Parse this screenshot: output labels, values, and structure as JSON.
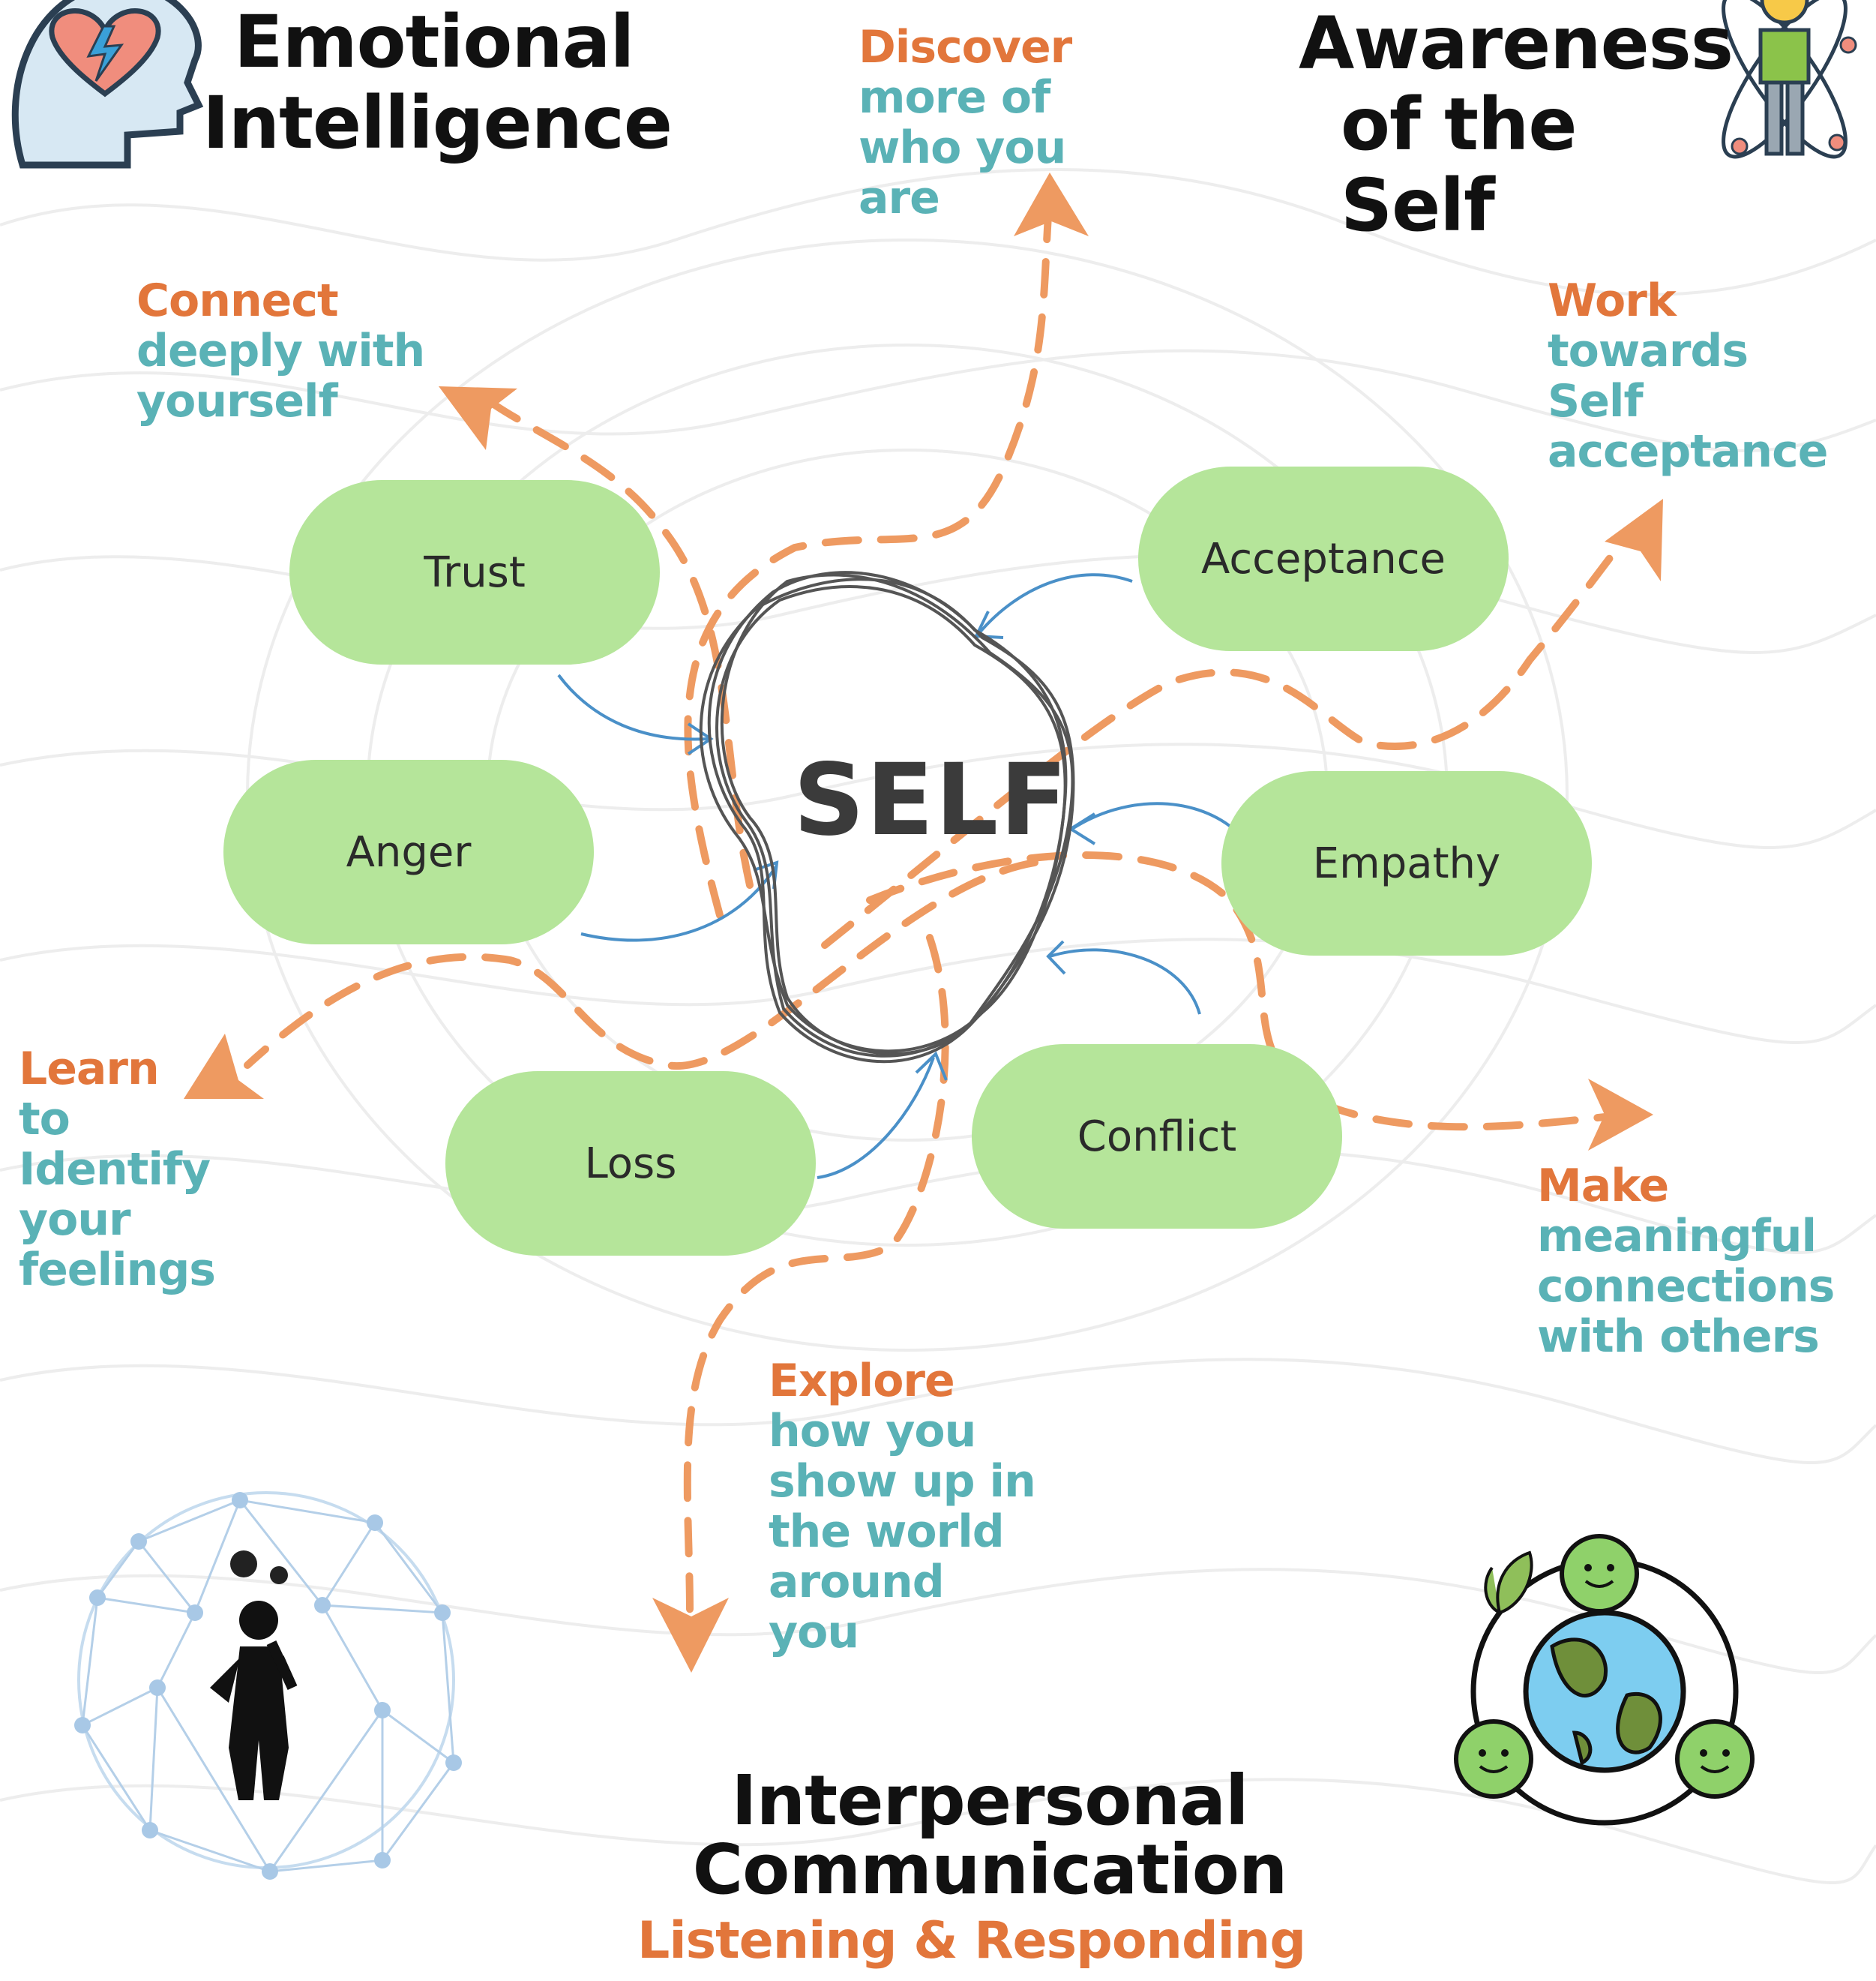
{
  "headings": {
    "top_left": [
      "Emotional",
      "Intelligence"
    ],
    "top_right": [
      "Awareness",
      "of the Self"
    ],
    "bottom": [
      "Interpersonal",
      "Communication"
    ],
    "bottom_sub": "Listening & Responding"
  },
  "center": "SELF",
  "emotions": {
    "trust": "Trust",
    "anger": "Anger",
    "loss": "Loss",
    "acceptance": "Acceptance",
    "empathy": "Empathy",
    "conflict": "Conflict"
  },
  "notes": {
    "discover": {
      "lead": "Discover",
      "rest": "more of\nwho you\nare"
    },
    "connect": {
      "lead": "Connect",
      "rest": "deeply with\nyourself"
    },
    "work": {
      "lead": "Work",
      "rest": "towards\nSelf\nacceptance"
    },
    "learn": {
      "lead": "Learn",
      "rest": "to\nIdentify\nyour\nfeelings"
    },
    "make": {
      "lead": "Make",
      "rest": "meaningful\nconnections\nwith others"
    },
    "explore": {
      "lead": "Explore",
      "rest": "how you\nshow up in\nthe world\naround\nyou"
    }
  },
  "icons": {
    "top_left": "head-heart-lightning-icon",
    "top_right": "person-lightbulb-orbit-icon",
    "bottom_left": "thinking-person-network-icon",
    "bottom_right": "globe-smiley-community-icon"
  },
  "colors": {
    "pill": "#b5e59a",
    "accent_orange": "#e2763b",
    "teal": "#5ab2b6",
    "arrow_blue": "#4a90c8",
    "dashed_orange": "#ee9a61"
  }
}
